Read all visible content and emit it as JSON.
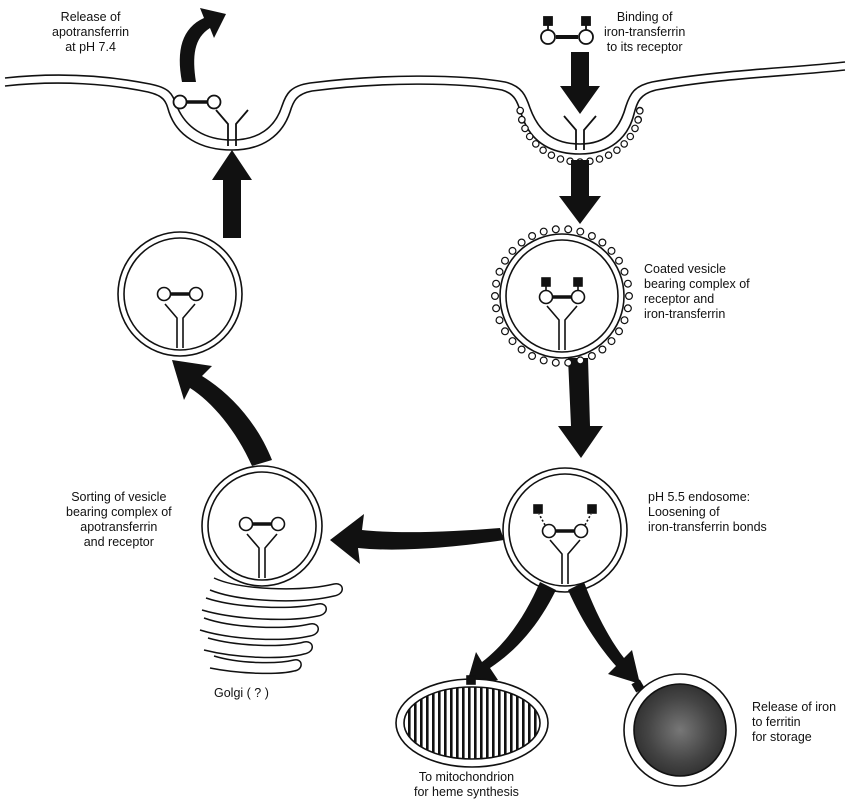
{
  "labels": {
    "release_apotransferrin": [
      "Release of",
      "apotransferrin",
      "at pH 7.4"
    ],
    "binding": [
      "Binding of",
      "iron-transferrin",
      "to its receptor"
    ],
    "coated_vesicle": [
      "Coated vesicle",
      "bearing complex of",
      "receptor and",
      "iron-transferrin"
    ],
    "endosome": [
      "pH 5.5 endosome:",
      "Loosening of",
      "iron-transferrin bonds"
    ],
    "sorting": [
      "Sorting of vesicle",
      "bearing complex of",
      "apotransferrin",
      "and receptor"
    ],
    "golgi": [
      "Golgi ( ? )"
    ],
    "mitochondrion": [
      "To mitochondrion",
      "for heme synthesis"
    ],
    "ferritin": [
      "Release of iron",
      "to ferritin",
      "for storage"
    ]
  },
  "colors": {
    "ink": "#111111",
    "paper": "#ffffff",
    "ferritin_fill": "#555555"
  }
}
